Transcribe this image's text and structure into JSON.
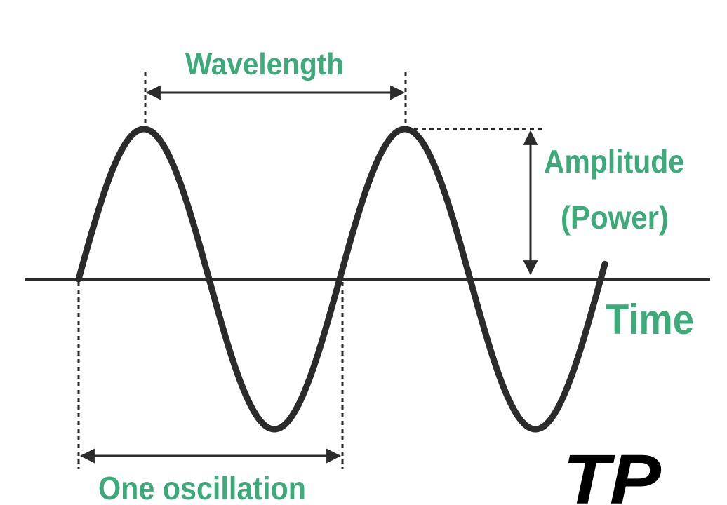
{
  "labels": {
    "wavelength": "Wavelength",
    "amplitude_line1": "Amplitude",
    "amplitude_line2": "(Power)",
    "time": "Time",
    "one_oscillation": "One oscillation"
  },
  "logo": {
    "text": "TP"
  },
  "colors": {
    "label": "#3daa7a",
    "wave": "#2b2b2b",
    "axis": "#2b2b2b",
    "logo": "#000000"
  }
}
